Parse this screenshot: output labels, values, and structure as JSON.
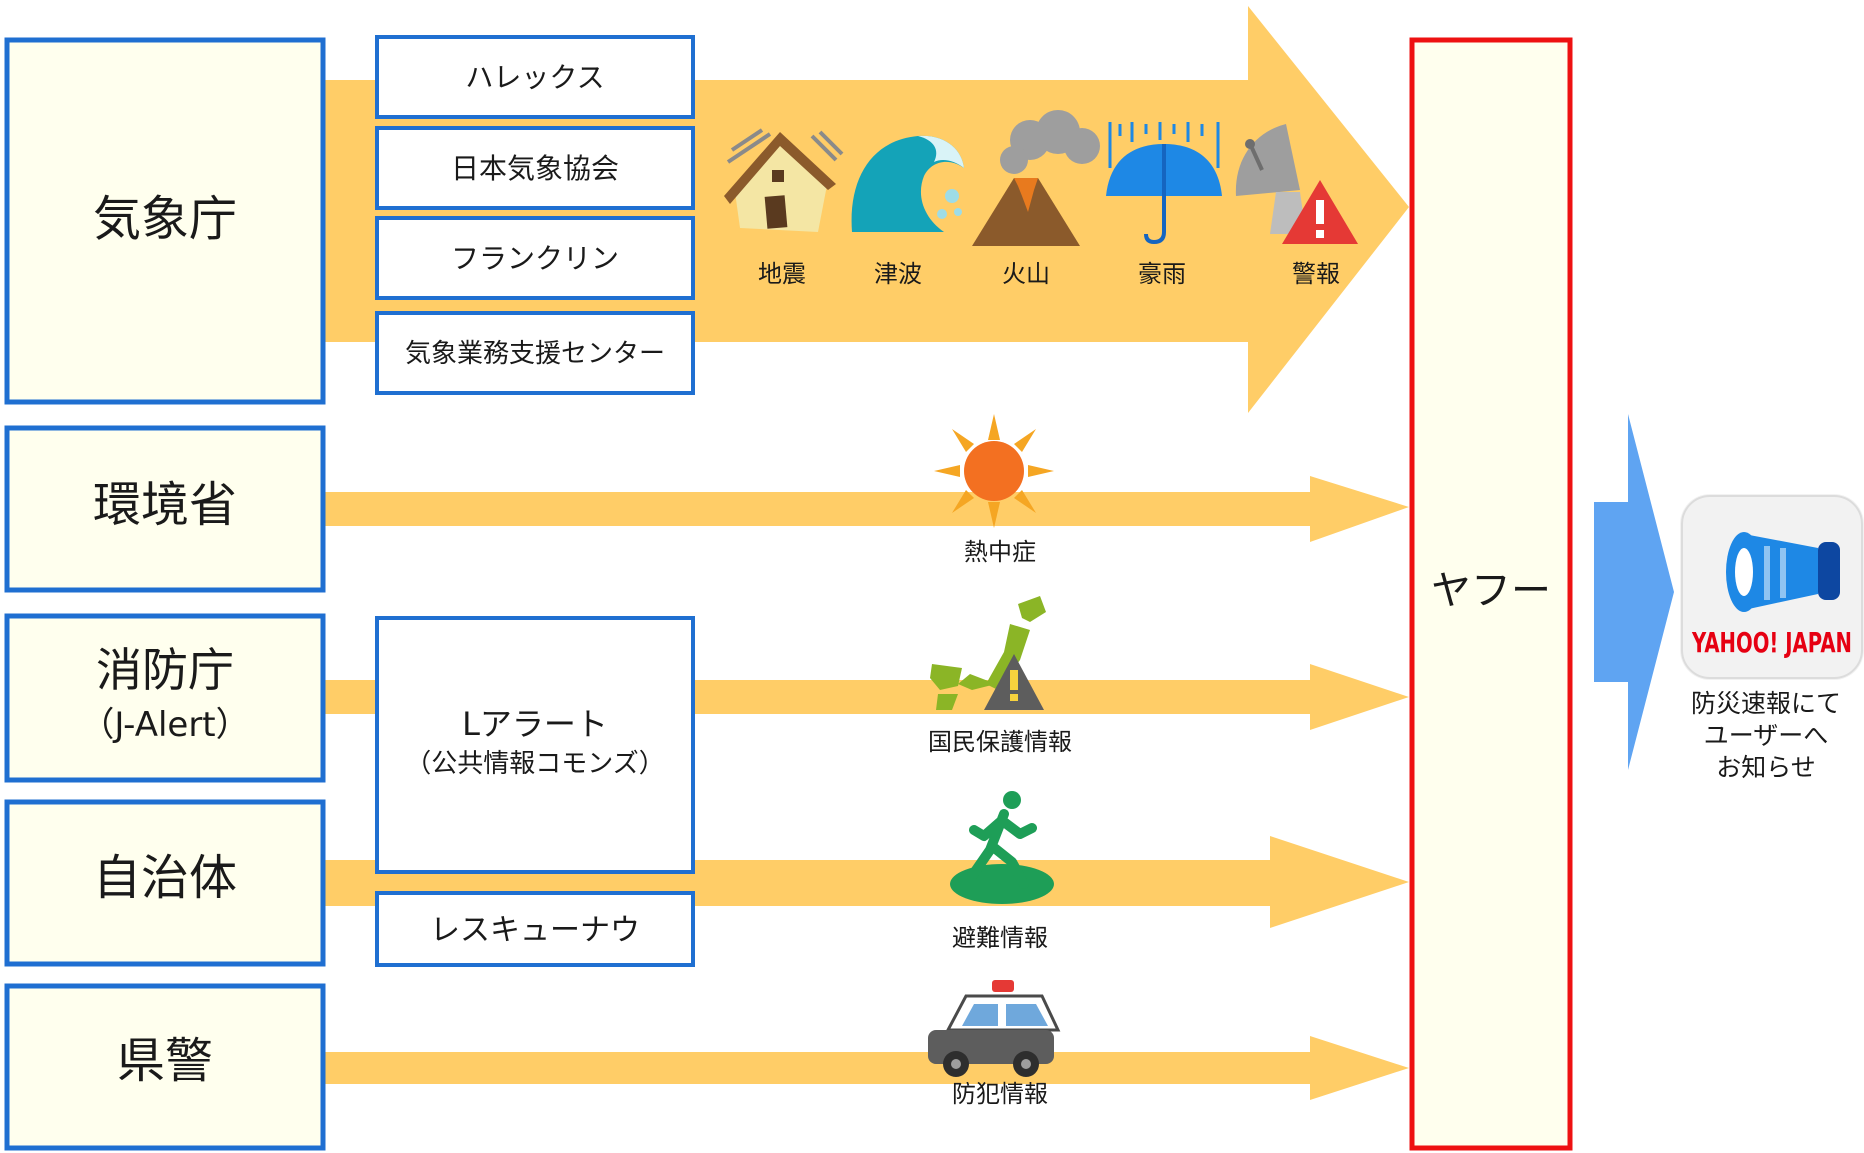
{
  "colors": {
    "arrow": "#FFCD67",
    "box_fill": "#FFFFEE",
    "box_border": "#1F6FD1",
    "yahoo_border": "#EE1111",
    "blue_arrow": "#5FA4F2"
  },
  "sources": {
    "jma": "気象庁",
    "env": "環境省",
    "fdma": "消防庁",
    "fdma_sub": "（J-Alert）",
    "local": "自治体",
    "police": "県警"
  },
  "vendors": {
    "halex": "ハレックス",
    "jwa": "日本気象協会",
    "franklin": "フランクリン",
    "jmbsc": "気象業務支援センター",
    "lalert": "Lアラート",
    "lalert_sub": "（公共情報コモンズ）",
    "rescue": "レスキューナウ"
  },
  "weather_items": [
    {
      "label": "地震",
      "icon": "earthquake-house-icon"
    },
    {
      "label": "津波",
      "icon": "tsunami-wave-icon"
    },
    {
      "label": "火山",
      "icon": "volcano-icon"
    },
    {
      "label": "豪雨",
      "icon": "umbrella-rain-icon"
    },
    {
      "label": "警報",
      "icon": "radar-warning-icon"
    }
  ],
  "flows": {
    "heat": {
      "label": "熱中症",
      "icon": "sun-icon"
    },
    "civil": {
      "label": "国民保護情報",
      "icon": "japan-map-warning-icon"
    },
    "evac": {
      "label": "避難情報",
      "icon": "running-person-icon"
    },
    "crime": {
      "label": "防犯情報",
      "icon": "police-car-icon"
    }
  },
  "yahoo": {
    "label": "ヤフー"
  },
  "app": {
    "logo": "YAHOO! JAPAN",
    "caption": [
      "防災速報にて",
      "ユーザーへ",
      "お知らせ"
    ]
  }
}
